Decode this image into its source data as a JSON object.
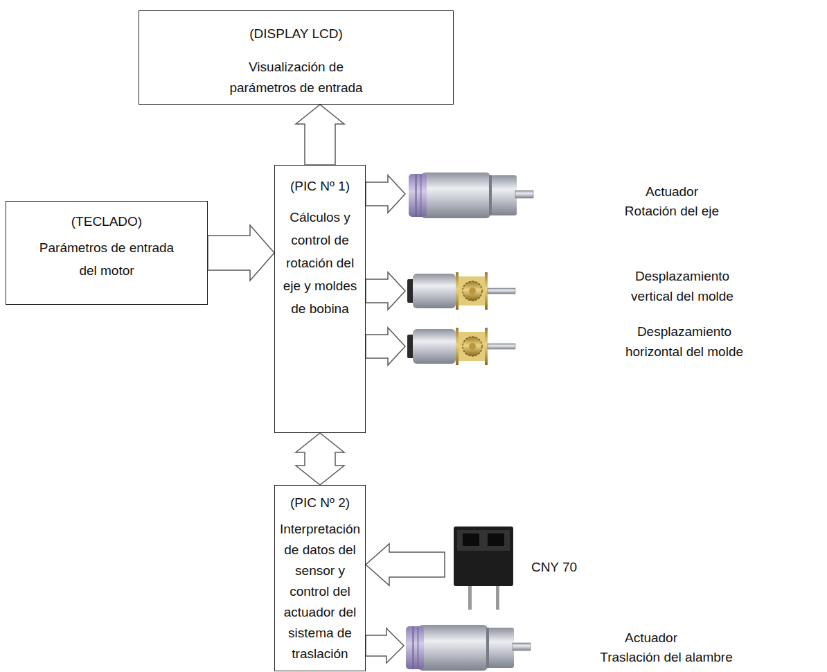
{
  "diagram": {
    "nodes": [
      {
        "text": [
          "(DISPLAY LCD)",
          "Visualización de parámetros de entrada"
        ]
      },
      {
        "text": [
          "(PIC Nº 1)",
          "Cálculos y control de rotación del eje y moldes de bobina"
        ]
      },
      {
        "text": [
          "(TECLADO)",
          "Parámetros de entrada del motor"
        ]
      },
      {
        "text": [
          "(PIC Nº 2)",
          "Interpretación de datos del sensor y control del actuador del sistema de traslación"
        ]
      }
    ],
    "edges": [
      {
        "from": 1,
        "to": 0,
        "arrow": "to"
      },
      {
        "from": 2,
        "to": 1,
        "arrow": "to"
      },
      {
        "from": 1,
        "to": 3,
        "arrow": "both"
      }
    ],
    "labels": [
      "Actuador",
      "Rotación del eje",
      "Desplazamiento vertical del molde",
      "Desplazamiento horizontal del molde",
      "CNY 70",
      "Actuador",
      "Traslación del alambre"
    ]
  }
}
